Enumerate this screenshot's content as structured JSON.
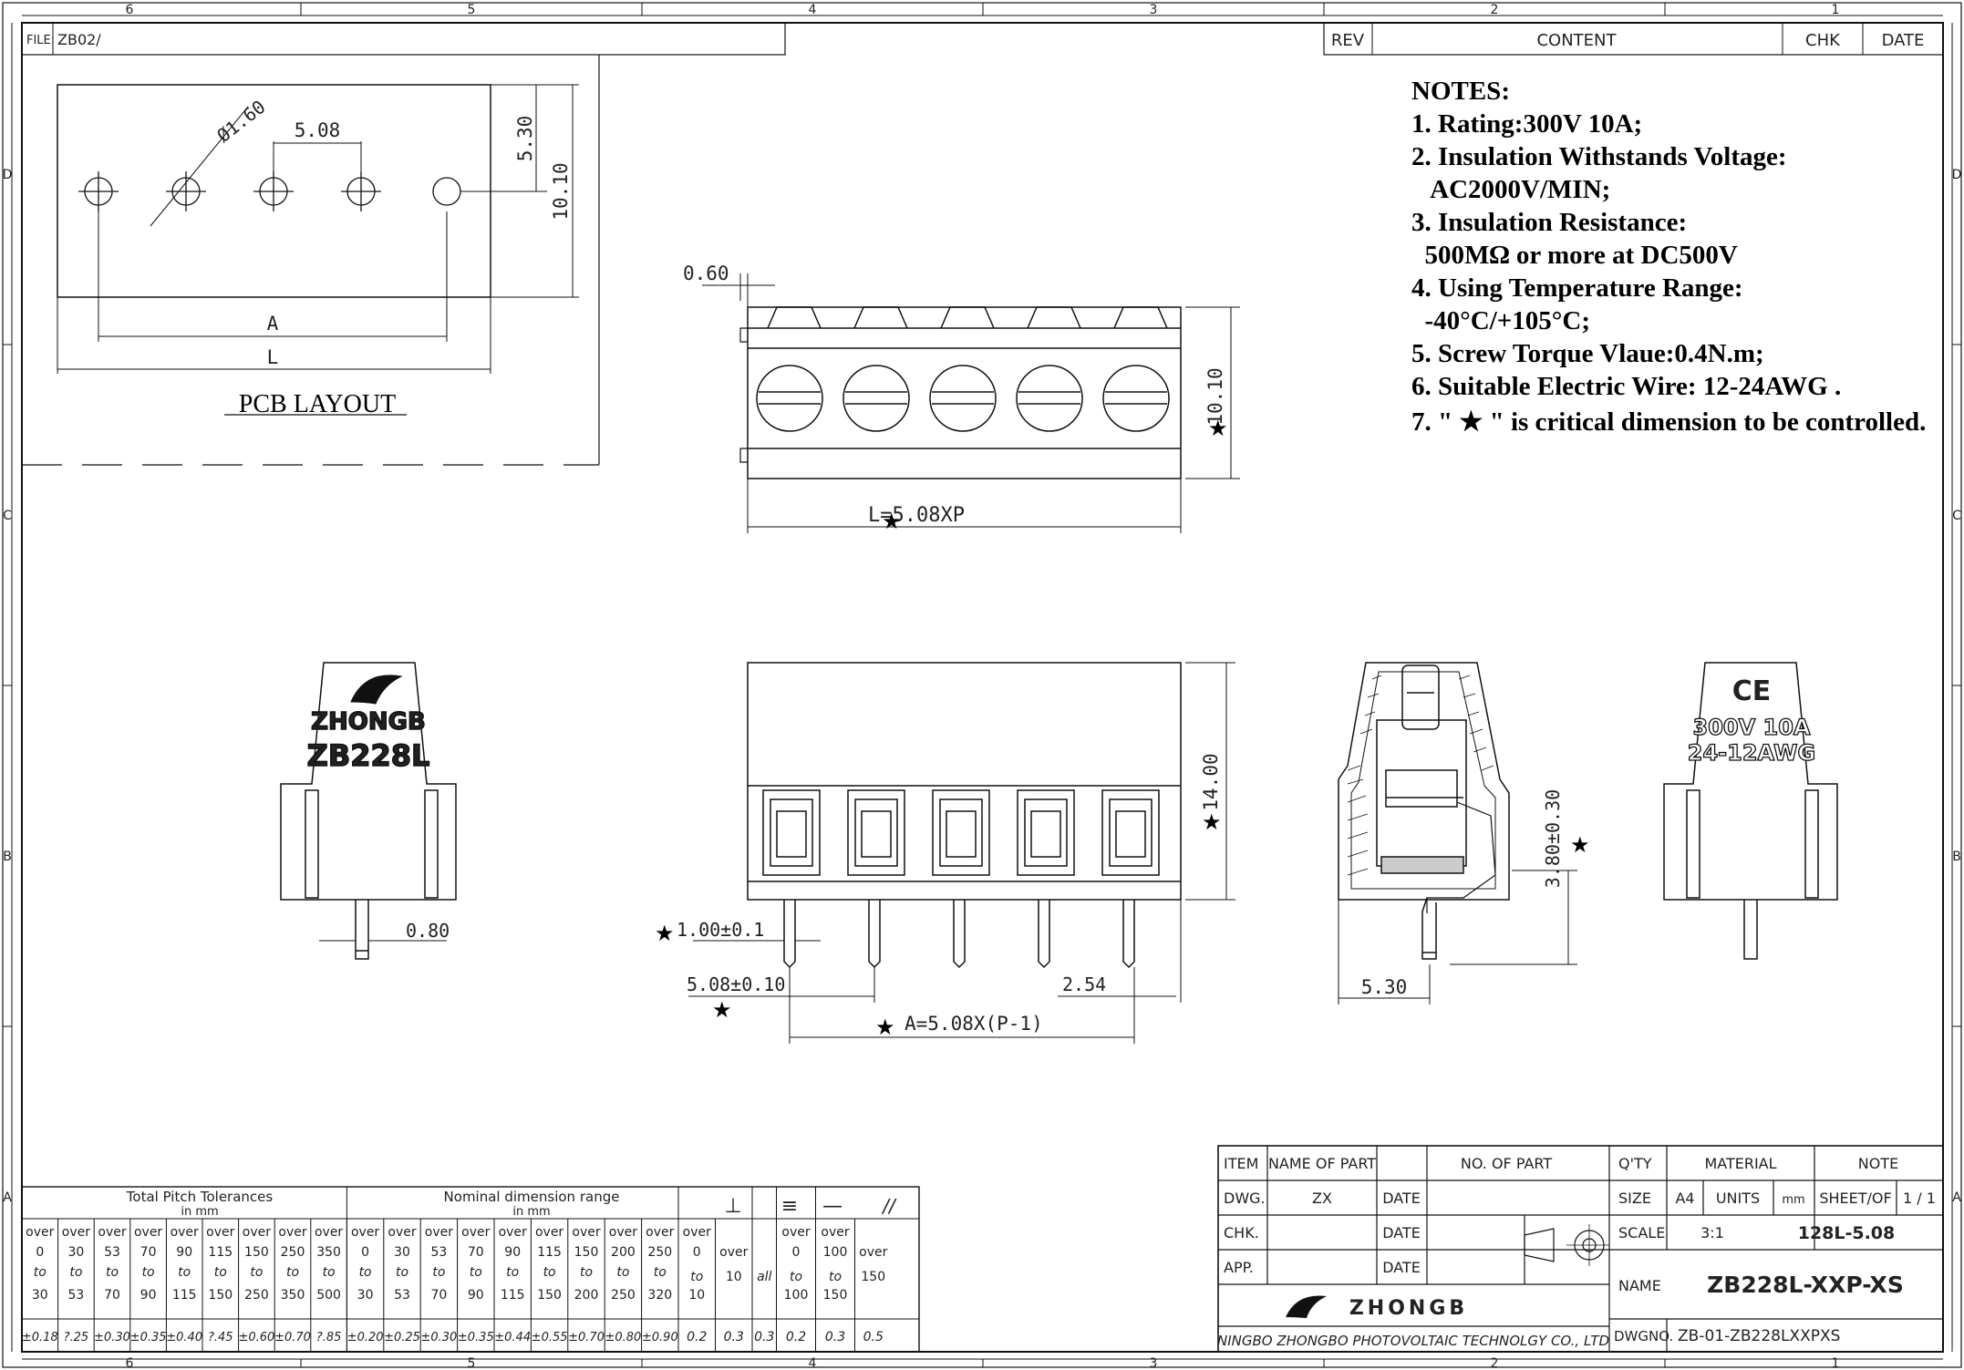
{
  "frame": {
    "file_label": "FILE:",
    "file_value": "ZB02/",
    "col_labels": [
      "6",
      "5",
      "4",
      "3",
      "2",
      "1"
    ],
    "row_labels": [
      "D",
      "C",
      "B",
      "A"
    ]
  },
  "revision": {
    "rev": "REV",
    "content": "CONTENT",
    "chk": "CHK",
    "date": "DATE"
  },
  "notes": {
    "title": "NOTES:",
    "lines": [
      "1. Rating:300V 10A;",
      "2. Insulation Withstands Voltage:",
      "   AC2000V/MIN;",
      "3. Insulation Resistance:",
      "  500MΩ or more at DC500V",
      "4. Using Temperature Range:",
      "  -40°C/+105°C;",
      "5. Screw Torque Vlaue:0.4N.m;",
      "6. Suitable Electric Wire: 12-24AWG .",
      "7. \" ★ \" is critical dimension to be controlled."
    ]
  },
  "pcb_layout": {
    "title": "PCB LAYOUT",
    "dim_hole": "Ø1.60",
    "dim_pitch": "5.08",
    "dim_530": "5.30",
    "dim_1010": "10.10",
    "dim_A": "A",
    "dim_L": "L"
  },
  "top_view": {
    "dim_060": "0.60",
    "dim_1010": "10.10",
    "dim_L": "L=5.08XP"
  },
  "front_view": {
    "dim_1400": "14.00",
    "dim_pin": "1.00±0.1",
    "dim_pitch_tol": "5.08±0.10",
    "dim_254": "2.54",
    "dim_A": "A=5.08X(P-1)"
  },
  "left_view": {
    "brand": "ZHONGB",
    "model": "ZB228L",
    "dim_080": "0.80"
  },
  "side_view": {
    "dim_380": "3.80±0.30",
    "dim_530": "5.30"
  },
  "right_view": {
    "ce": "CE",
    "rating": "300V 10A",
    "awg": "24-12AWG"
  },
  "tolerance_table": {
    "header_pitch": "Total Pitch Tolerances",
    "header_nominal": "Nominal dimension range",
    "unit": "in mm",
    "symbols": [
      "⊥",
      "≡",
      "—",
      "//"
    ],
    "pitch_cols": [
      {
        "from": "0",
        "to": "30",
        "tol": "±0.18"
      },
      {
        "from": "30",
        "to": "53",
        "tol": "?.25"
      },
      {
        "from": "53",
        "to": "70",
        "tol": "±0.30"
      },
      {
        "from": "70",
        "to": "90",
        "tol": "±0.35"
      },
      {
        "from": "90",
        "to": "115",
        "tol": "±0.40"
      },
      {
        "from": "115",
        "to": "150",
        "tol": "?.45"
      },
      {
        "from": "150",
        "to": "250",
        "tol": "±0.60"
      },
      {
        "from": "250",
        "to": "350",
        "tol": "±0.70"
      },
      {
        "from": "350",
        "to": "500",
        "tol": "?.85"
      }
    ],
    "nominal_cols": [
      {
        "from": "0",
        "to": "30",
        "tol": "±0.20"
      },
      {
        "from": "30",
        "to": "53",
        "tol": "±0.25"
      },
      {
        "from": "53",
        "to": "70",
        "tol": "±0.30"
      },
      {
        "from": "70",
        "to": "90",
        "tol": "±0.35"
      },
      {
        "from": "90",
        "to": "115",
        "tol": "±0.44"
      },
      {
        "from": "115",
        "to": "150",
        "tol": "±0.55"
      },
      {
        "from": "150",
        "to": "200",
        "tol": "±0.70"
      },
      {
        "from": "200",
        "to": "250",
        "tol": "±0.80"
      },
      {
        "from": "250",
        "to": "320",
        "tol": "±0.90"
      }
    ],
    "geo_cols": [
      {
        "a": "over",
        "b": "0",
        "c": "to",
        "d": "10",
        "tol": "0.2"
      },
      {
        "a": "",
        "b": "over",
        "c": "10",
        "d": "",
        "tol": "0.3"
      },
      {
        "a": "",
        "b": "",
        "c": "all",
        "d": "",
        "tol": "0.3"
      },
      {
        "a": "over",
        "b": "0",
        "c": "to",
        "d": "100",
        "tol": "0.2"
      },
      {
        "a": "over",
        "b": "100",
        "c": "to",
        "d": "150",
        "tol": "0.3"
      },
      {
        "a": "",
        "b": "over",
        "c": "150",
        "d": "",
        "tol": "0.5"
      }
    ],
    "over": "over",
    "to": "to"
  },
  "title_block": {
    "item": "ITEM",
    "name_of_part": "NAME OF PART",
    "no_of_part": "NO. OF PART",
    "qty": "Q'TY",
    "material": "MATERIAL",
    "note": "NOTE",
    "dwg": "DWG.",
    "dwg_value": "ZX",
    "date": "DATE",
    "size": "SIZE",
    "size_value": "A4",
    "units": "UNITS",
    "units_value": "mm",
    "sheet": "SHEET/OF",
    "sheet_value": "1 / 1",
    "chk": "CHK.",
    "scale": "SCALE",
    "scale_value": "3:1",
    "part_code": "128L-5.08",
    "app": "APP.",
    "name": "NAME",
    "name_value": "ZB228L-XXP-XS",
    "brand": "ZHONGB",
    "company": "NINGBO ZHONGBO PHOTOVOLTAIC TECHNOLGY CO., LTD",
    "dwgno": "DWGNO.",
    "dwgno_value": "ZB-01-ZB228LXXPXS"
  }
}
